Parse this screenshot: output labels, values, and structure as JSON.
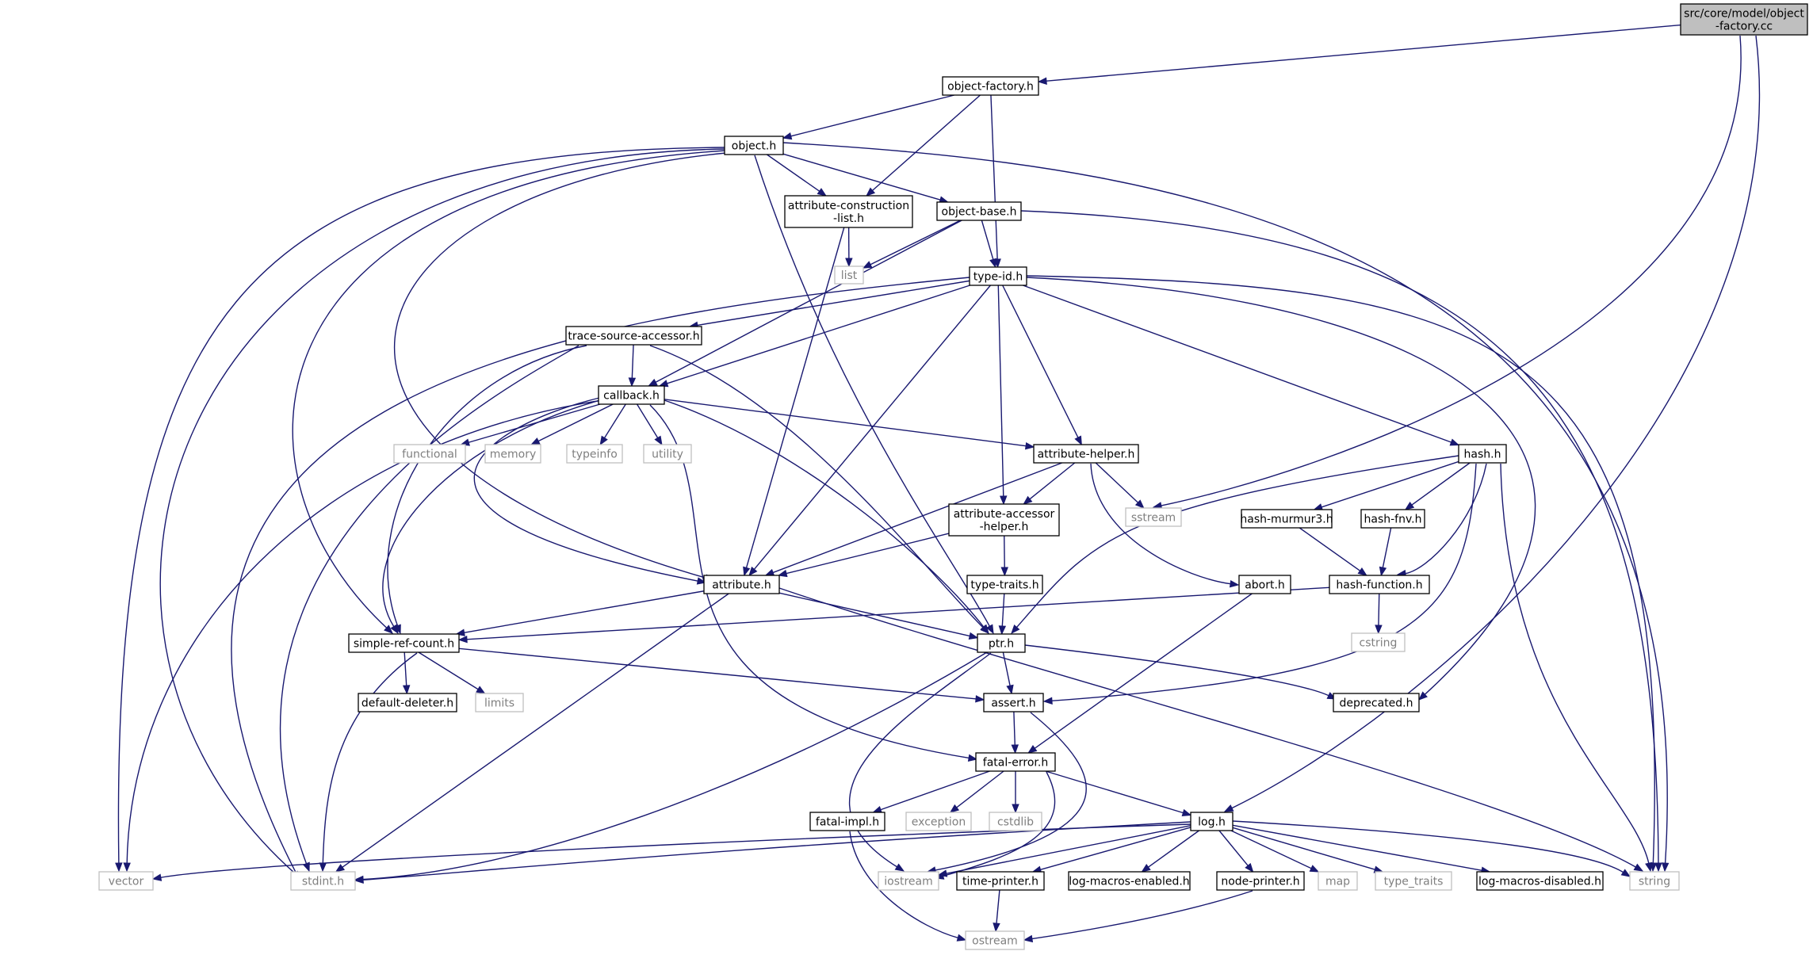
{
  "colors": {
    "edge": "#191970",
    "node_border": "#000000",
    "external_border": "#bfbfbf",
    "external_text": "#7f7f7f",
    "root_fill": "#bfbfbf",
    "background": "#ffffff"
  },
  "nodes": [
    {
      "id": "root",
      "kind": "root",
      "lines": [
        "src/core/model/object",
        "-factory.cc"
      ]
    },
    {
      "id": "object-factory.h",
      "kind": "main",
      "lines": [
        "object-factory.h"
      ]
    },
    {
      "id": "object.h",
      "kind": "main",
      "lines": [
        "object.h"
      ]
    },
    {
      "id": "attribute-construction-list.h",
      "kind": "main",
      "lines": [
        "attribute-construction",
        "-list.h"
      ]
    },
    {
      "id": "object-base.h",
      "kind": "main",
      "lines": [
        "object-base.h"
      ]
    },
    {
      "id": "list",
      "kind": "ext",
      "lines": [
        "list"
      ]
    },
    {
      "id": "type-id.h",
      "kind": "main",
      "lines": [
        "type-id.h"
      ]
    },
    {
      "id": "trace-source-accessor.h",
      "kind": "main",
      "lines": [
        "trace-source-accessor.h"
      ]
    },
    {
      "id": "callback.h",
      "kind": "main",
      "lines": [
        "callback.h"
      ]
    },
    {
      "id": "functional",
      "kind": "ext",
      "lines": [
        "functional"
      ]
    },
    {
      "id": "memory",
      "kind": "ext",
      "lines": [
        "memory"
      ]
    },
    {
      "id": "typeinfo",
      "kind": "ext",
      "lines": [
        "typeinfo"
      ]
    },
    {
      "id": "utility",
      "kind": "ext",
      "lines": [
        "utility"
      ]
    },
    {
      "id": "attribute-helper.h",
      "kind": "main",
      "lines": [
        "attribute-helper.h"
      ]
    },
    {
      "id": "hash.h",
      "kind": "main",
      "lines": [
        "hash.h"
      ]
    },
    {
      "id": "sstream",
      "kind": "ext",
      "lines": [
        "sstream"
      ]
    },
    {
      "id": "attribute-accessor-helper.h",
      "kind": "main",
      "lines": [
        "attribute-accessor",
        "-helper.h"
      ]
    },
    {
      "id": "hash-murmur3.h",
      "kind": "main",
      "lines": [
        "hash-murmur3.h"
      ]
    },
    {
      "id": "hash-fnv.h",
      "kind": "main",
      "lines": [
        "hash-fnv.h"
      ]
    },
    {
      "id": "attribute.h",
      "kind": "main",
      "lines": [
        "attribute.h"
      ]
    },
    {
      "id": "type-traits.h",
      "kind": "main",
      "lines": [
        "type-traits.h"
      ]
    },
    {
      "id": "abort.h",
      "kind": "main",
      "lines": [
        "abort.h"
      ]
    },
    {
      "id": "hash-function.h",
      "kind": "main",
      "lines": [
        "hash-function.h"
      ]
    },
    {
      "id": "simple-ref-count.h",
      "kind": "main",
      "lines": [
        "simple-ref-count.h"
      ]
    },
    {
      "id": "ptr.h",
      "kind": "main",
      "lines": [
        "ptr.h"
      ]
    },
    {
      "id": "cstring",
      "kind": "ext",
      "lines": [
        "cstring"
      ]
    },
    {
      "id": "default-deleter.h",
      "kind": "main",
      "lines": [
        "default-deleter.h"
      ]
    },
    {
      "id": "limits",
      "kind": "ext",
      "lines": [
        "limits"
      ]
    },
    {
      "id": "assert.h",
      "kind": "main",
      "lines": [
        "assert.h"
      ]
    },
    {
      "id": "deprecated.h",
      "kind": "main",
      "lines": [
        "deprecated.h"
      ]
    },
    {
      "id": "fatal-error.h",
      "kind": "main",
      "lines": [
        "fatal-error.h"
      ]
    },
    {
      "id": "fatal-impl.h",
      "kind": "main",
      "lines": [
        "fatal-impl.h"
      ]
    },
    {
      "id": "exception",
      "kind": "ext",
      "lines": [
        "exception"
      ]
    },
    {
      "id": "cstdlib",
      "kind": "ext",
      "lines": [
        "cstdlib"
      ]
    },
    {
      "id": "log.h",
      "kind": "main",
      "lines": [
        "log.h"
      ]
    },
    {
      "id": "vector",
      "kind": "ext",
      "lines": [
        "vector"
      ]
    },
    {
      "id": "stdint.h",
      "kind": "ext",
      "lines": [
        "stdint.h"
      ]
    },
    {
      "id": "iostream",
      "kind": "ext",
      "lines": [
        "iostream"
      ]
    },
    {
      "id": "time-printer.h",
      "kind": "main",
      "lines": [
        "time-printer.h"
      ]
    },
    {
      "id": "log-macros-enabled.h",
      "kind": "main",
      "lines": [
        "log-macros-enabled.h"
      ]
    },
    {
      "id": "node-printer.h",
      "kind": "main",
      "lines": [
        "node-printer.h"
      ]
    },
    {
      "id": "map",
      "kind": "ext",
      "lines": [
        "map"
      ]
    },
    {
      "id": "type_traits",
      "kind": "ext",
      "lines": [
        "type_traits"
      ]
    },
    {
      "id": "log-macros-disabled.h",
      "kind": "main",
      "lines": [
        "log-macros-disabled.h"
      ]
    },
    {
      "id": "string",
      "kind": "ext",
      "lines": [
        "string"
      ]
    },
    {
      "id": "ostream",
      "kind": "ext",
      "lines": [
        "ostream"
      ]
    }
  ],
  "edges": [
    [
      "root",
      "object-factory.h"
    ],
    [
      "root",
      "sstream"
    ],
    [
      "root",
      "log.h"
    ],
    [
      "object-factory.h",
      "object.h"
    ],
    [
      "object-factory.h",
      "attribute-construction-list.h"
    ],
    [
      "object-factory.h",
      "type-id.h"
    ],
    [
      "object.h",
      "attribute-construction-list.h"
    ],
    [
      "object.h",
      "object-base.h"
    ],
    [
      "object.h",
      "ptr.h"
    ],
    [
      "object.h",
      "attribute.h"
    ],
    [
      "object.h",
      "simple-ref-count.h"
    ],
    [
      "object.h",
      "vector"
    ],
    [
      "object.h",
      "stdint.h"
    ],
    [
      "object.h",
      "string"
    ],
    [
      "attribute-construction-list.h",
      "list"
    ],
    [
      "attribute-construction-list.h",
      "attribute.h"
    ],
    [
      "object-base.h",
      "type-id.h"
    ],
    [
      "object-base.h",
      "list"
    ],
    [
      "object-base.h",
      "callback.h"
    ],
    [
      "object-base.h",
      "string"
    ],
    [
      "type-id.h",
      "trace-source-accessor.h"
    ],
    [
      "type-id.h",
      "callback.h"
    ],
    [
      "type-id.h",
      "attribute.h"
    ],
    [
      "type-id.h",
      "attribute-accessor-helper.h"
    ],
    [
      "type-id.h",
      "attribute-helper.h"
    ],
    [
      "type-id.h",
      "hash.h"
    ],
    [
      "type-id.h",
      "deprecated.h"
    ],
    [
      "type-id.h",
      "string"
    ],
    [
      "type-id.h",
      "stdint.h"
    ],
    [
      "trace-source-accessor.h",
      "callback.h"
    ],
    [
      "trace-source-accessor.h",
      "simple-ref-count.h"
    ],
    [
      "trace-source-accessor.h",
      "ptr.h"
    ],
    [
      "trace-source-accessor.h",
      "stdint.h"
    ],
    [
      "callback.h",
      "functional"
    ],
    [
      "callback.h",
      "memory"
    ],
    [
      "callback.h",
      "typeinfo"
    ],
    [
      "callback.h",
      "utility"
    ],
    [
      "callback.h",
      "attribute-helper.h"
    ],
    [
      "callback.h",
      "attribute.h"
    ],
    [
      "callback.h",
      "simple-ref-count.h"
    ],
    [
      "callback.h",
      "ptr.h"
    ],
    [
      "callback.h",
      "fatal-error.h"
    ],
    [
      "callback.h",
      "vector"
    ],
    [
      "attribute-helper.h",
      "sstream"
    ],
    [
      "attribute-helper.h",
      "attribute-accessor-helper.h"
    ],
    [
      "attribute-helper.h",
      "attribute.h"
    ],
    [
      "attribute-helper.h",
      "abort.h"
    ],
    [
      "attribute-accessor-helper.h",
      "attribute.h"
    ],
    [
      "attribute-accessor-helper.h",
      "type-traits.h"
    ],
    [
      "type-traits.h",
      "ptr.h"
    ],
    [
      "hash.h",
      "hash-murmur3.h"
    ],
    [
      "hash.h",
      "hash-fnv.h"
    ],
    [
      "hash.h",
      "hash-function.h"
    ],
    [
      "hash.h",
      "ptr.h"
    ],
    [
      "hash.h",
      "assert.h"
    ],
    [
      "hash.h",
      "string"
    ],
    [
      "hash-murmur3.h",
      "hash-function.h"
    ],
    [
      "hash-fnv.h",
      "hash-function.h"
    ],
    [
      "hash-function.h",
      "cstring"
    ],
    [
      "hash-function.h",
      "simple-ref-count.h"
    ],
    [
      "attribute.h",
      "simple-ref-count.h"
    ],
    [
      "attribute.h",
      "ptr.h"
    ],
    [
      "attribute.h",
      "stdint.h"
    ],
    [
      "attribute.h",
      "string"
    ],
    [
      "abort.h",
      "fatal-error.h"
    ],
    [
      "simple-ref-count.h",
      "default-deleter.h"
    ],
    [
      "simple-ref-count.h",
      "limits"
    ],
    [
      "simple-ref-count.h",
      "assert.h"
    ],
    [
      "simple-ref-count.h",
      "stdint.h"
    ],
    [
      "ptr.h",
      "assert.h"
    ],
    [
      "ptr.h",
      "deprecated.h"
    ],
    [
      "ptr.h",
      "iostream"
    ],
    [
      "ptr.h",
      "stdint.h"
    ],
    [
      "assert.h",
      "fatal-error.h"
    ],
    [
      "assert.h",
      "iostream"
    ],
    [
      "fatal-error.h",
      "fatal-impl.h"
    ],
    [
      "fatal-error.h",
      "exception"
    ],
    [
      "fatal-error.h",
      "cstdlib"
    ],
    [
      "fatal-error.h",
      "log.h"
    ],
    [
      "fatal-error.h",
      "iostream"
    ],
    [
      "fatal-impl.h",
      "ostream"
    ],
    [
      "log.h",
      "iostream"
    ],
    [
      "log.h",
      "time-printer.h"
    ],
    [
      "log.h",
      "log-macros-enabled.h"
    ],
    [
      "log.h",
      "node-printer.h"
    ],
    [
      "log.h",
      "map"
    ],
    [
      "log.h",
      "type_traits"
    ],
    [
      "log.h",
      "log-macros-disabled.h"
    ],
    [
      "log.h",
      "string"
    ],
    [
      "log.h",
      "stdint.h"
    ],
    [
      "log.h",
      "vector"
    ],
    [
      "time-printer.h",
      "ostream"
    ],
    [
      "node-printer.h",
      "ostream"
    ]
  ]
}
